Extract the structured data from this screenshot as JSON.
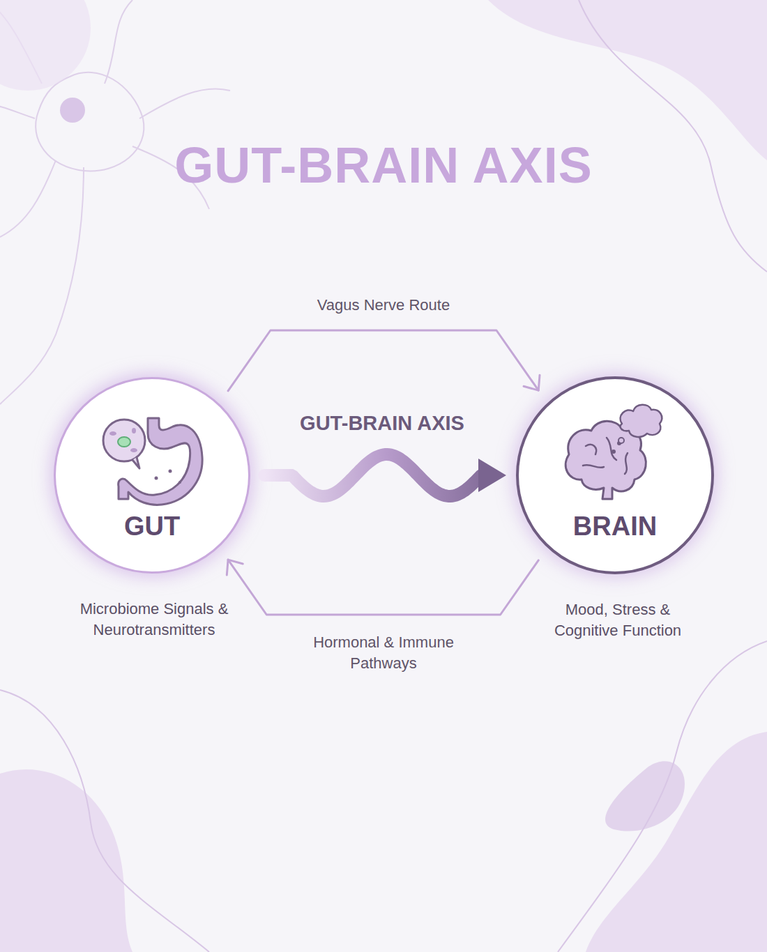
{
  "diagram": {
    "title": "GUT-BRAIN AXIS",
    "nodes": [
      {
        "text": [
          "GUT",
          "Microbiome Signals & Neurotransmitters"
        ]
      },
      {
        "text": [
          "BRAIN",
          "Mood, Stress & Cognitive Function"
        ]
      }
    ],
    "edges": [
      {
        "from": 0,
        "to": 1,
        "label": "Vagus Nerve Route",
        "arrow": "to"
      },
      {
        "from": 0,
        "to": 1,
        "label": "GUT-BRAIN AXIS",
        "arrow": "to"
      },
      {
        "from": 1,
        "to": 0,
        "label": "Hormonal & Immune Pathways",
        "arrow": "to"
      }
    ]
  }
}
